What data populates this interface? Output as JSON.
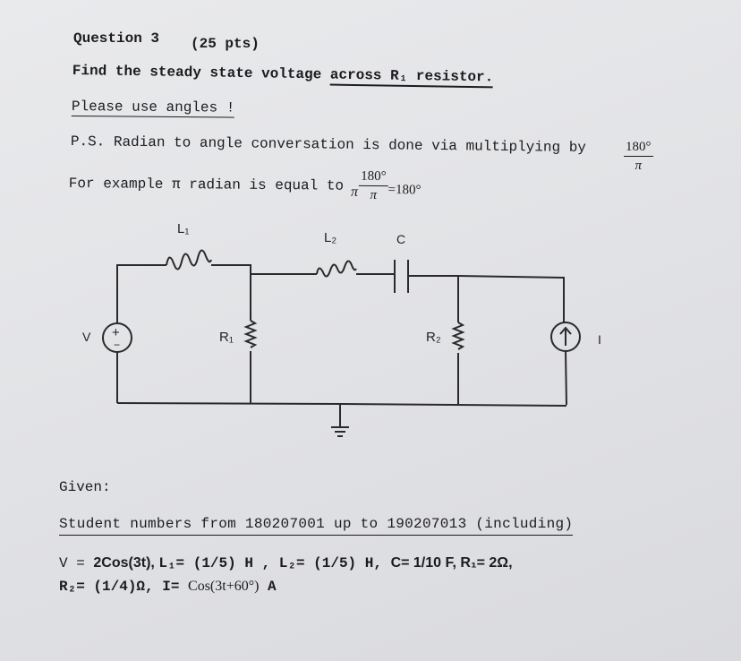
{
  "question": {
    "title": "Question 3",
    "points": "(25 pts)",
    "task_prefix": "Find the steady state voltage ",
    "task_underlined": "across R₁ resistor.",
    "angles_note": "Please use angles !",
    "ps_text": "P.S. Radian to angle conversation is done via multiplying by",
    "ps_frac_num": "180°",
    "ps_frac_den": "π",
    "example_text": "For example π radian is equal to",
    "example_pi": "π",
    "example_frac_num": "180°",
    "example_frac_den": "π",
    "example_result": "=180°"
  },
  "circuit": {
    "labels": {
      "L1": "L₁",
      "L2": "L₂",
      "C": "C",
      "R1": "R₁",
      "R2": "R₂",
      "V": "V",
      "I": "I",
      "plus": "+",
      "minus": "−"
    }
  },
  "given": {
    "heading": "Given:",
    "students": "Student numbers from 180207001 up to 190207013 (including)",
    "line1": {
      "v_label": "V = ",
      "v_value": "2Cos(3t), ",
      "l1": "L₁= (1/5) H , ",
      "l2": "L₂= (1/5) H,  ",
      "c": "C= 1/10 F,  ",
      "r1": "R₁= 2Ω,"
    },
    "line2": {
      "r2": "R₂= (1/4)Ω, ",
      "i_label": "I= ",
      "i_value": "Cos(3t+60°)",
      "i_unit": " A"
    }
  }
}
